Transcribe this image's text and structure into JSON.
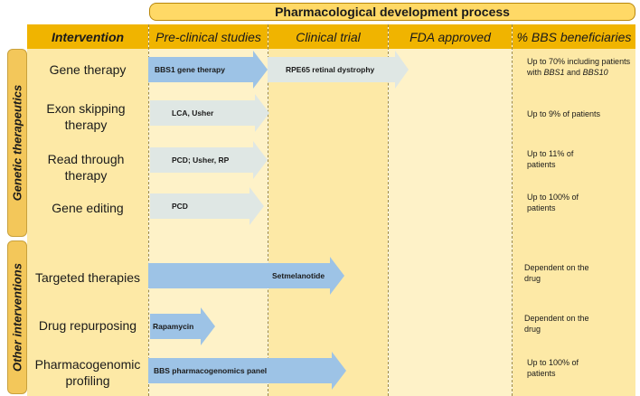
{
  "banner": "Pharmacological development process",
  "headers": {
    "intervention": "Intervention",
    "preclinical": "Pre-clinical studies",
    "clinical": "Clinical trial",
    "fda": "FDA approved",
    "beneficiaries": "% BBS beneficiaries"
  },
  "groups": {
    "genetic": "Genetic therapeutics",
    "other": "Other interventions"
  },
  "rows": [
    {
      "label": "Gene therapy",
      "arrows": [
        {
          "label": "BBS1 gene therapy",
          "color": "#9dc3e6"
        },
        {
          "label": "RPE65 retinal dystrophy",
          "color": "#dfe7e4"
        }
      ],
      "beneficiaries_prefix": "Up to 70% including patients with ",
      "gene1": "BBS1",
      "and": " and ",
      "gene2": "BBS10"
    },
    {
      "label": "Exon skipping therapy",
      "arrows": [
        {
          "label": "LCA, Usher",
          "color": "#dfe7e4"
        }
      ],
      "beneficiaries": "Up to 9% of patients"
    },
    {
      "label": "Read through therapy",
      "arrows": [
        {
          "label": "PCD; Usher, RP",
          "color": "#dfe7e4"
        }
      ],
      "beneficiaries": "Up to 11% of patients"
    },
    {
      "label": "Gene editing",
      "arrows": [
        {
          "label": "PCD",
          "color": "#dfe7e4"
        }
      ],
      "beneficiaries": "Up to 100% of patients"
    },
    {
      "label": "Targeted therapies",
      "arrows": [
        {
          "label": "Setmelanotide",
          "color": "#9dc3e6"
        }
      ],
      "beneficiaries": "Dependent on the drug"
    },
    {
      "label": "Drug repurposing",
      "arrows": [
        {
          "label": "Rapamycin",
          "color": "#9dc3e6"
        }
      ],
      "beneficiaries": "Dependent on the drug"
    },
    {
      "label": "Pharmacogenomic profiling",
      "arrows": [
        {
          "label": "BBS pharmacogenomics panel",
          "color": "#9dc3e6"
        }
      ],
      "beneficiaries": "Up to 100% of patients"
    }
  ],
  "colors": {
    "header": "#f0b400",
    "column_bg": "#fde9a6",
    "blue_arrow": "#9dc3e6",
    "grey_arrow": "#dfe7e4"
  }
}
